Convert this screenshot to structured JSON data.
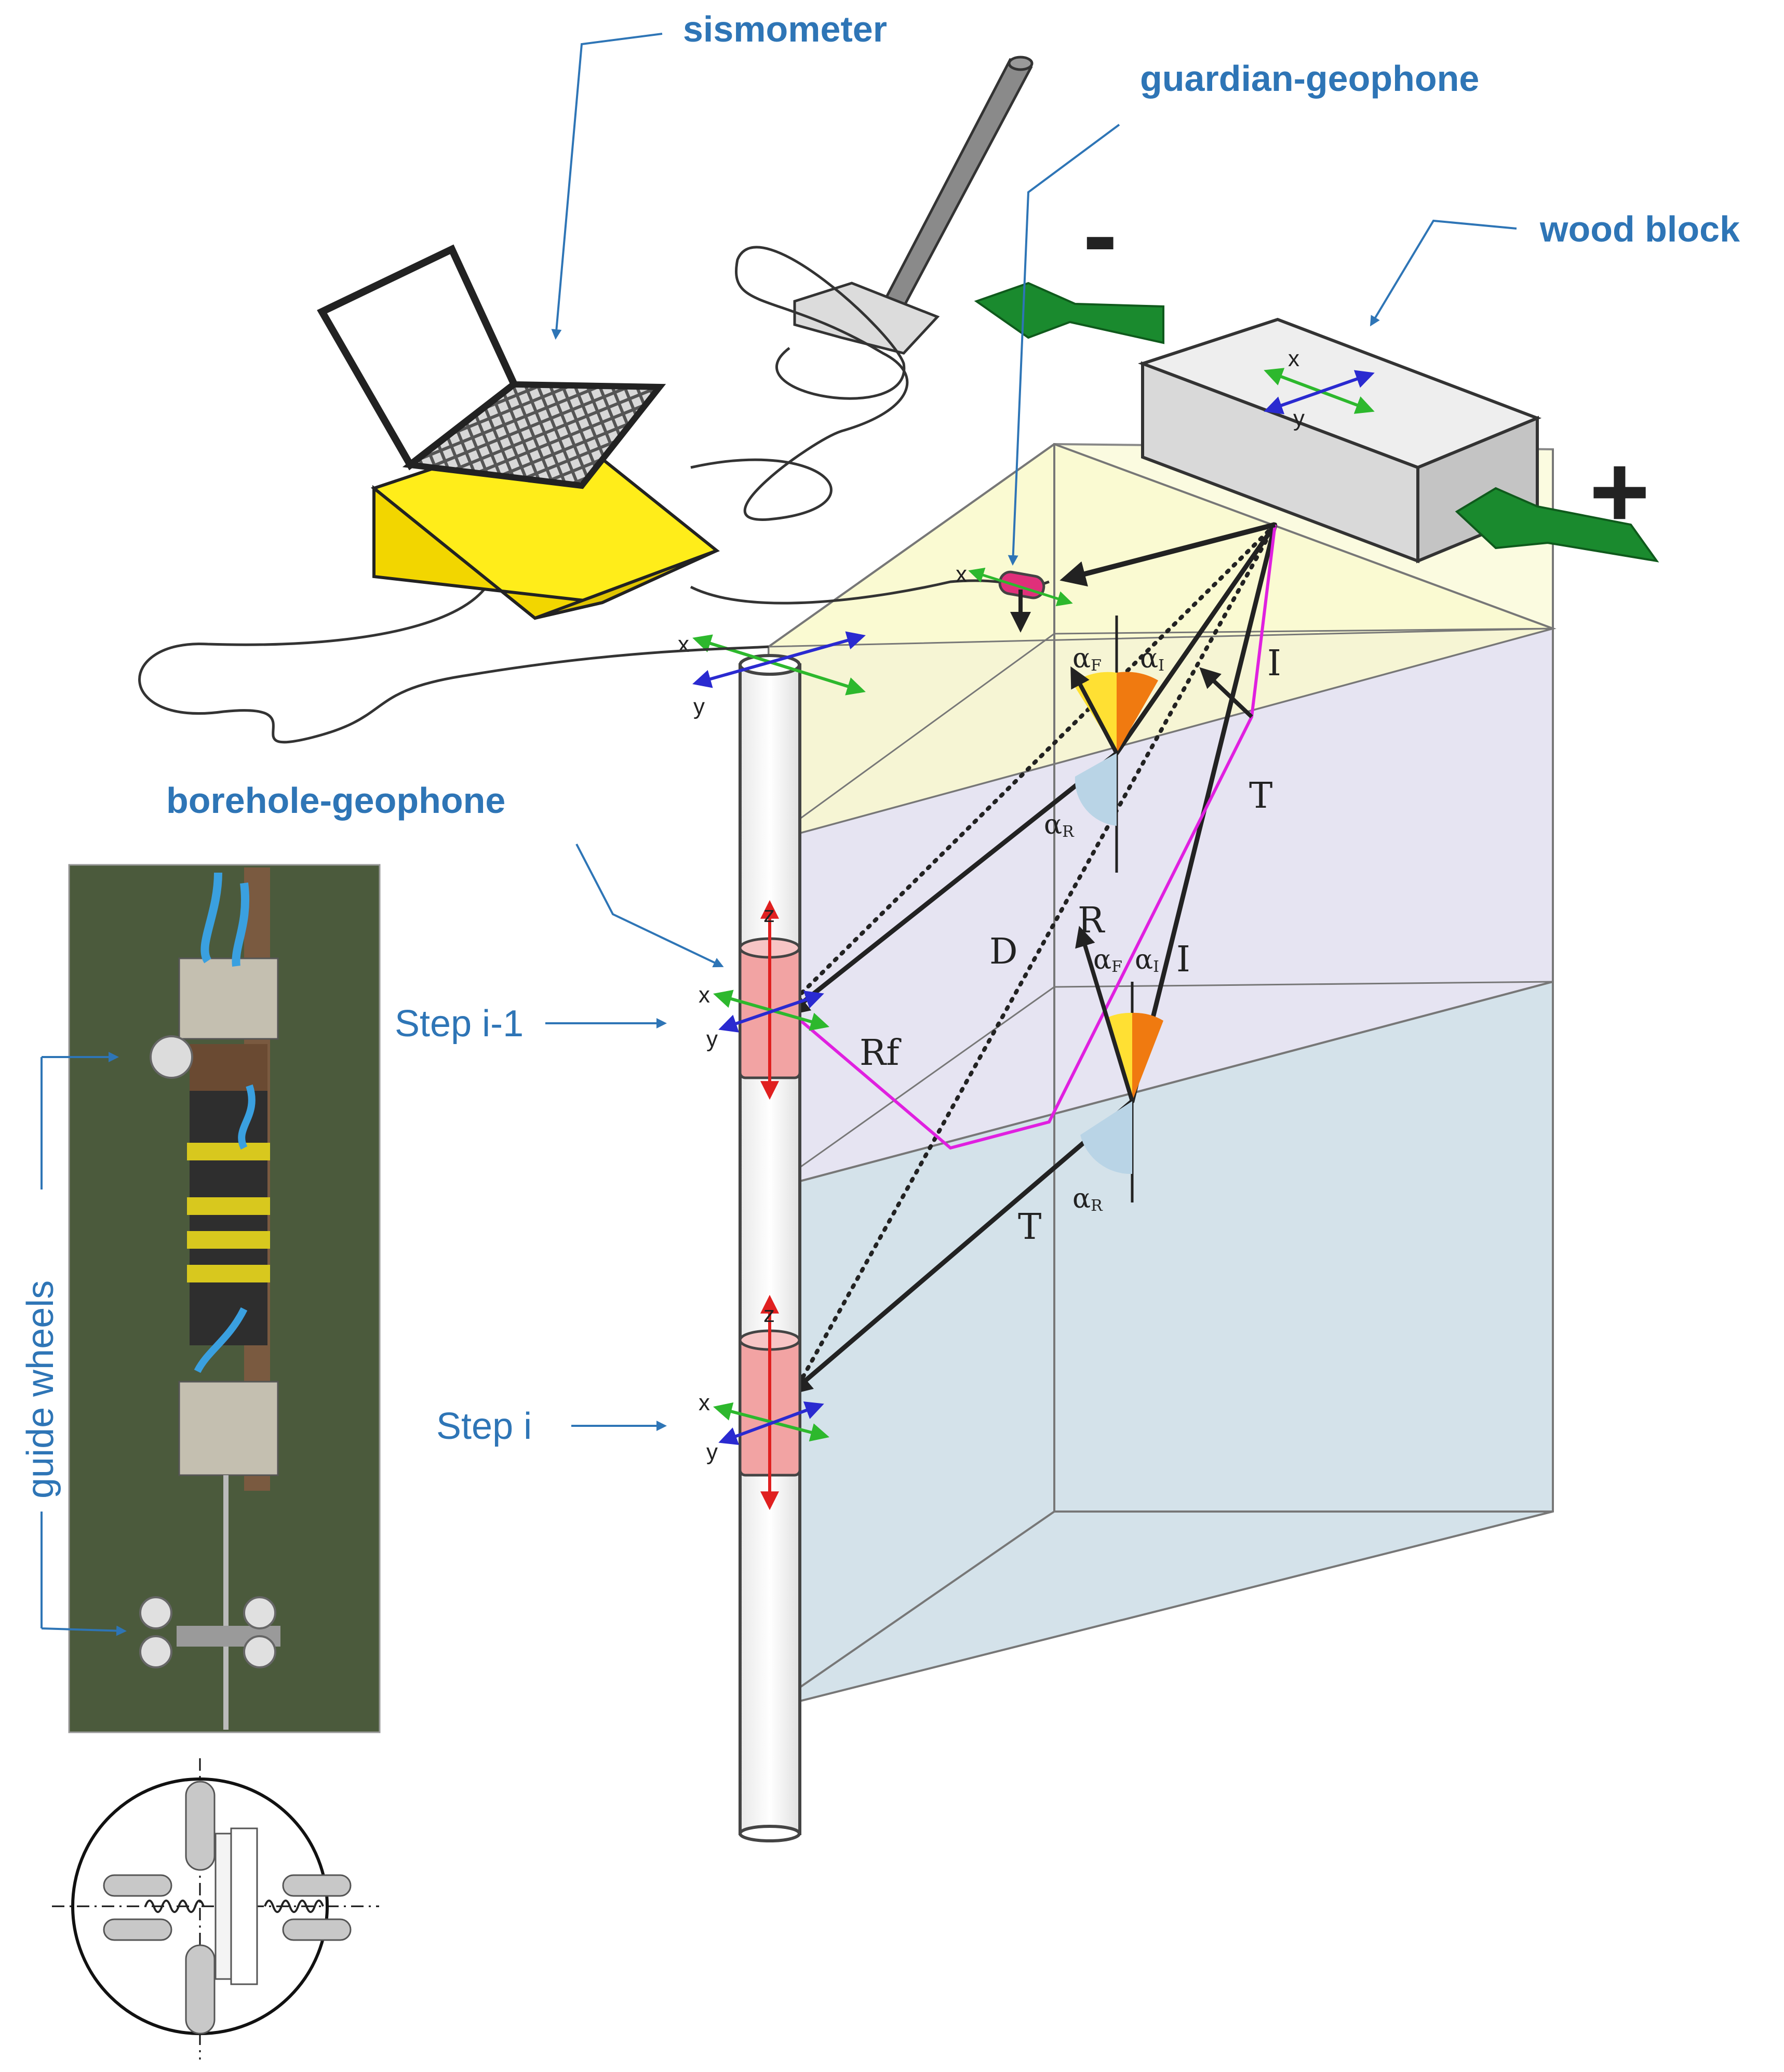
{
  "labels": {
    "sismometer": "sismometer",
    "guardian_geophone": "guardian-geophone",
    "wood_block": "wood block",
    "borehole_geophone": "borehole-geophone",
    "step_prev": "Step i-1",
    "step_curr": "Step i",
    "guide_wheels": "guide wheels",
    "minus": "-",
    "plus": "+"
  },
  "rays": {
    "incident": "I",
    "transmitted": "T",
    "reflected": "R",
    "direct": "D",
    "refracted": "Rf"
  },
  "angles": {
    "alpha": "α",
    "sub_f": "F",
    "sub_i": "I",
    "sub_r": "R"
  },
  "axes": {
    "x": "x",
    "y": "y",
    "z": "z"
  },
  "colors": {
    "label_blue": "#2e75b6",
    "layer_top": "#fafad2",
    "layer_mid": "#e6e4f2",
    "layer_bottom": "#d4e2ea",
    "seismometer_box": "#ffed1a",
    "ray_magenta": "#e020e0",
    "arrow_green": "#1a8a2e",
    "geophone_pink": "#f2a3a3"
  }
}
